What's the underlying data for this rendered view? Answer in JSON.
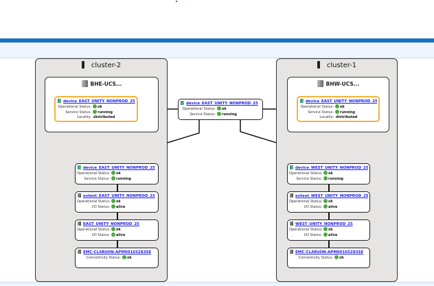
{
  "clusters": [
    {
      "name": "cluster-2",
      "host": "BHE-UCS...",
      "host_node": {
        "title": "device_EAST_UNITY_NONPROD_25",
        "rows": [
          [
            "Operational Status:",
            "ok"
          ],
          [
            "Service Status:",
            "running"
          ],
          [
            "Locality:",
            "distributed"
          ]
        ]
      },
      "stack": [
        {
          "title": "device_EAST_UNITY_NONPROD_25",
          "rows": [
            [
              "Operational Status:",
              "ok"
            ],
            [
              "Service Status:",
              "running"
            ]
          ]
        },
        {
          "title": "extent_EAST_UNITY_NONPROD_25",
          "rows": [
            [
              "Operational Status:",
              "ok"
            ],
            [
              "I/O Status:",
              "alive"
            ]
          ]
        },
        {
          "title": "EAST_UNITY_NONPROD_25",
          "rows": [
            [
              "Operational Status:",
              "ok"
            ],
            [
              "I/O Status:",
              "alive"
            ]
          ]
        },
        {
          "title": "EMC-CLARiiON-APM00165283SE",
          "rows": [
            [
              "Connectivity Status:",
              "ok"
            ]
          ]
        }
      ]
    },
    {
      "name": "cluster-1",
      "host": "BHW-UCS...",
      "host_node": {
        "title": "device_EAST_UNITY_NONPROD_25",
        "rows": [
          [
            "Operational Status:",
            "ok"
          ],
          [
            "Service Status:",
            "running"
          ],
          [
            "Locality:",
            "distributed"
          ]
        ]
      },
      "stack": [
        {
          "title": "device_WEST_UNITY_NONPROD_25",
          "rows": [
            [
              "Operational Status:",
              "ok"
            ],
            [
              "Service Status:",
              "running"
            ]
          ]
        },
        {
          "title": "extent_WEST_UNITY_NONPROD_25",
          "rows": [
            [
              "Operational Status:",
              "ok"
            ],
            [
              "I/O Status:",
              "alive"
            ]
          ]
        },
        {
          "title": "WEST_UNITY_NONPROD_25",
          "rows": [
            [
              "Operational Status:",
              "ok"
            ],
            [
              "I/O Status:",
              "alive"
            ]
          ]
        },
        {
          "title": "EMC-CLARiiON-APM00165283SE",
          "rows": [
            [
              "Connectivity Status:",
              "ok"
            ]
          ]
        }
      ]
    }
  ],
  "center": {
    "title": "device_EAST_UNITY_NONPROD_25",
    "rows": [
      [
        "Operational Status:",
        "ok"
      ],
      [
        "Service Status:",
        "running"
      ]
    ]
  },
  "colors": {
    "accent": "#1572bd",
    "selected_border": "#f3b43a",
    "ok": "#4caa3c",
    "link": "#1a1ae0"
  }
}
